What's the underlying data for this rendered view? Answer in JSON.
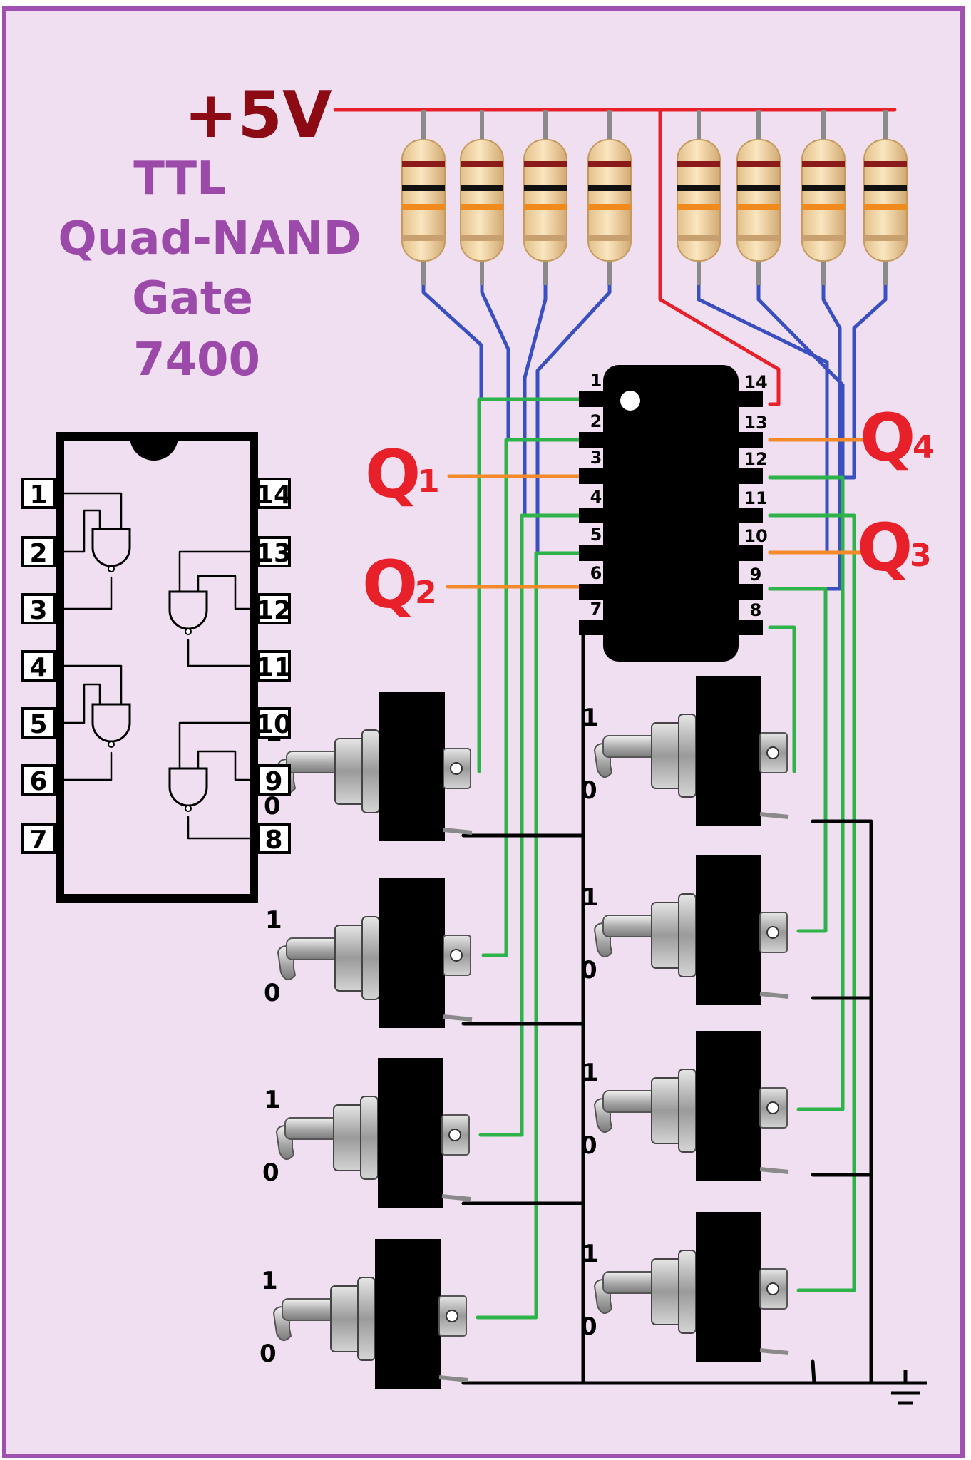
{
  "supply": {
    "label": "+5V"
  },
  "title": {
    "line1": "TTL",
    "line2": "Quad-NAND",
    "line3": "Gate",
    "line4": "7400"
  },
  "pinout": {
    "left_pins": [
      "1",
      "2",
      "3",
      "4",
      "5",
      "6",
      "7"
    ],
    "right_pins": [
      "14",
      "13",
      "12",
      "11",
      "10",
      "9",
      "8"
    ]
  },
  "chip": {
    "left_pins": [
      "1",
      "2",
      "3",
      "4",
      "5",
      "6",
      "7"
    ],
    "right_pins": [
      "14",
      "13",
      "12",
      "11",
      "10",
      "9",
      "8"
    ]
  },
  "outputs": [
    {
      "letter": "Q",
      "sub": "1"
    },
    {
      "letter": "Q",
      "sub": "2"
    },
    {
      "letter": "Q",
      "sub": "3"
    },
    {
      "letter": "Q",
      "sub": "4"
    }
  ],
  "switch_labels": {
    "on": "1",
    "off": "0"
  },
  "colors": {
    "background": "#f0dff0",
    "border": "#a050b0",
    "title": "#9b4aa9",
    "supply_text": "#8b0a14",
    "power_wire": "#e8202a",
    "input_wire": "#2db34a",
    "pullup_wire": "#3a4fc0",
    "output_wire": "#f58a2a",
    "output_text": "#e8202a",
    "ground_wire": "#000000"
  }
}
